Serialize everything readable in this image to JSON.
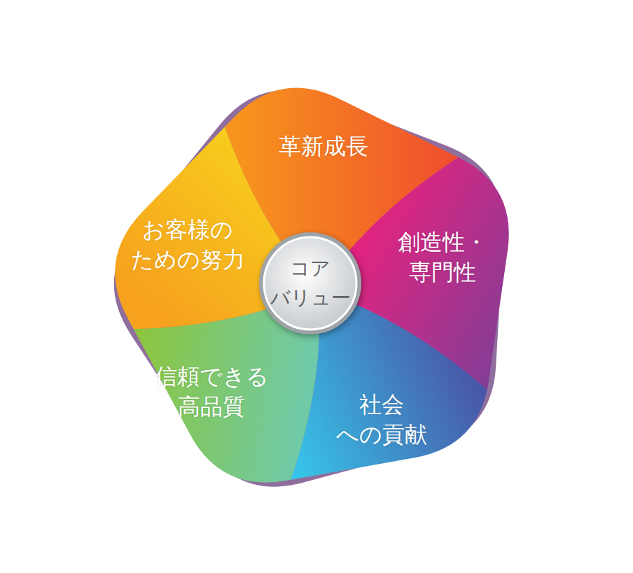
{
  "diagram": {
    "nodes": [
      {
        "text": [
          "コア バリュー"
        ]
      },
      {
        "text": [
          "革新成長"
        ]
      },
      {
        "text": [
          "創造性・ 専門性"
        ]
      },
      {
        "text": [
          "社会 への貢献"
        ]
      },
      {
        "text": [
          "信頼できる 高品質"
        ]
      },
      {
        "text": [
          "お客様の ための努力"
        ]
      }
    ]
  }
}
